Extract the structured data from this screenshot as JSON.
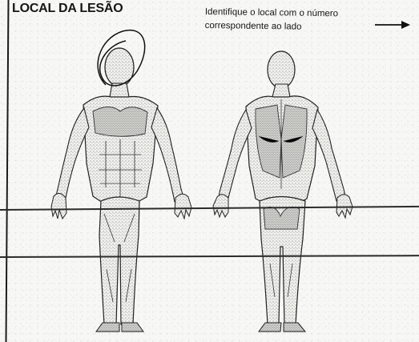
{
  "document": {
    "title": "LOCAL DA LESÃO",
    "instruction_line_1": "Identifique o local com o número",
    "instruction_line_2": "correspondente ao lado"
  },
  "icons": {
    "arrow": "right-arrow-icon"
  },
  "illustration": {
    "front_figure": "front-anatomy-figure",
    "back_figure": "back-anatomy-figure",
    "head_annotation": "handwritten-head-circle"
  },
  "colors": {
    "ink": "#161616",
    "paper": "#f7f7f5",
    "muscle_shade": "#7d7d7d"
  }
}
